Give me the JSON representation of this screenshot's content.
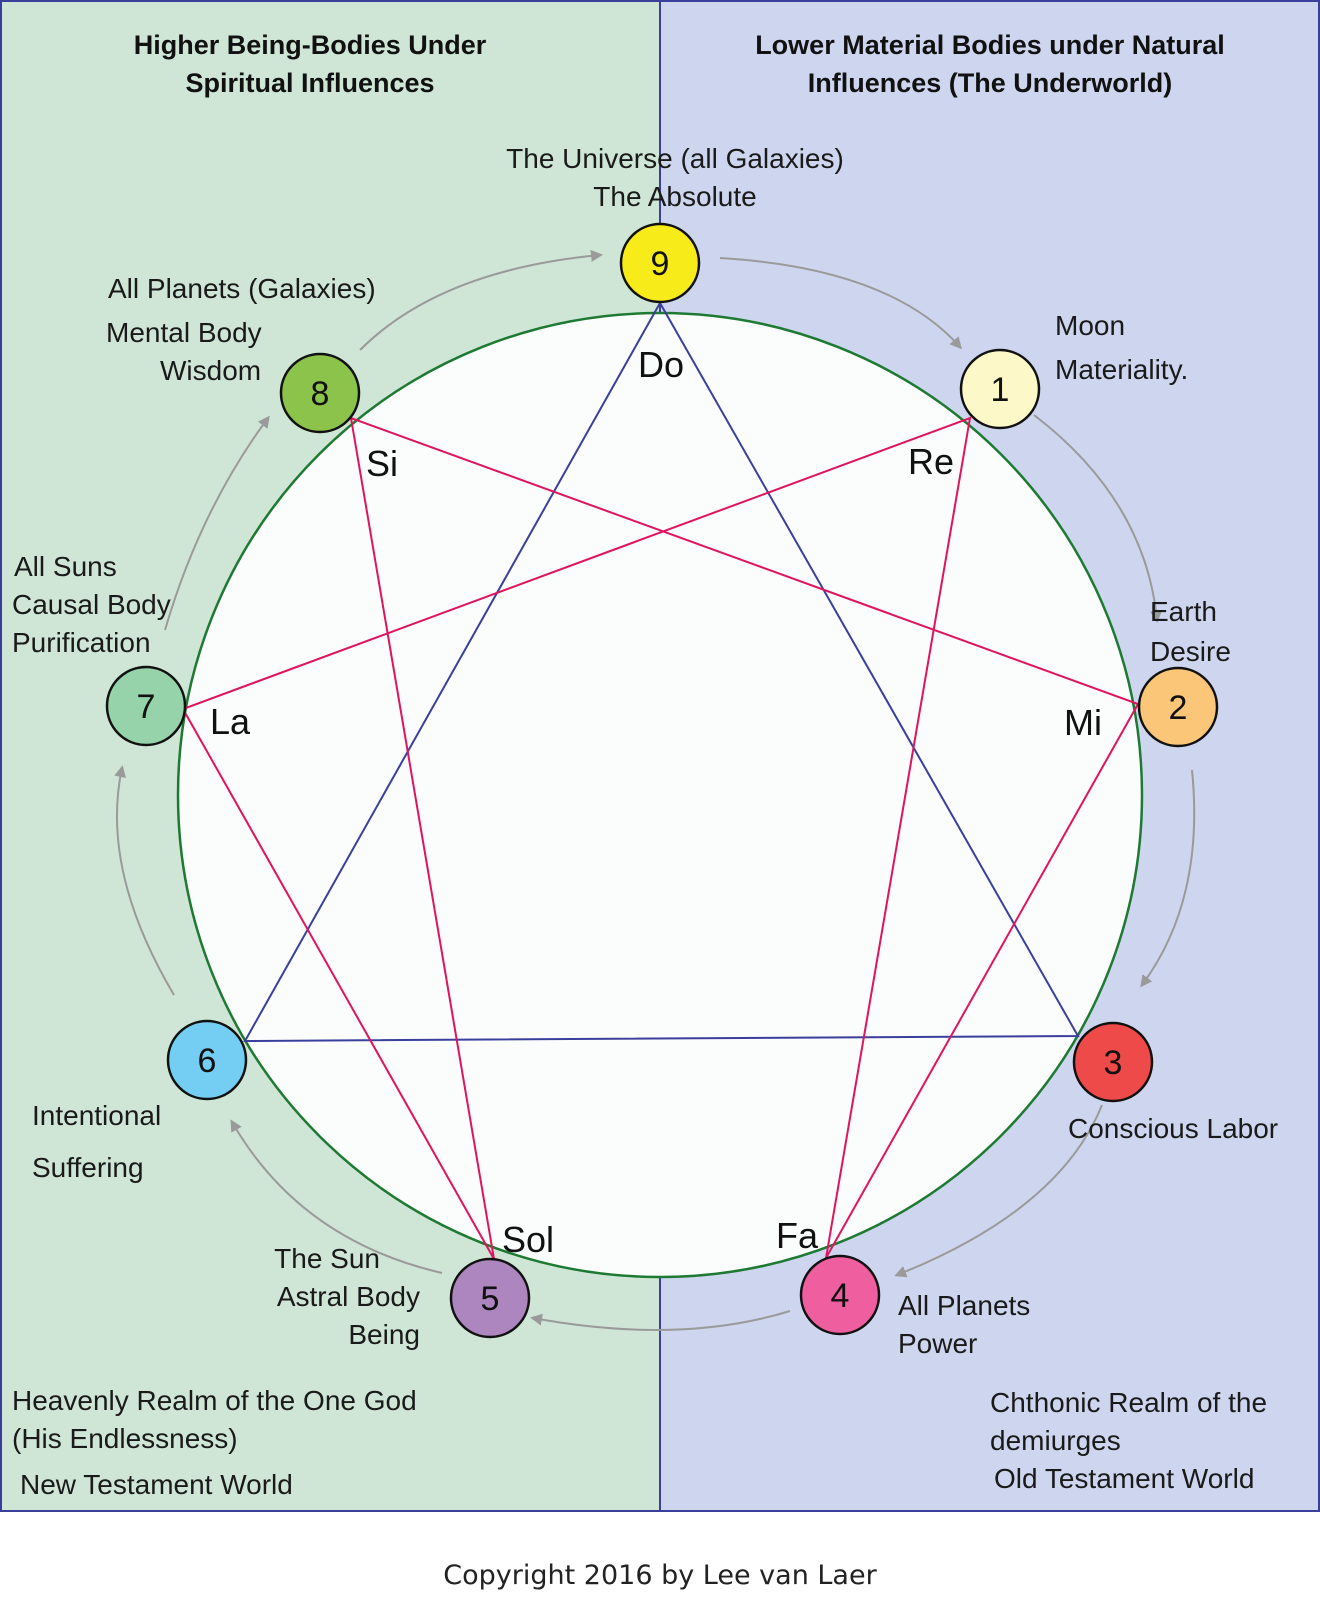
{
  "headers": {
    "left_line1": "Higher Being-Bodies Under",
    "left_line2": "Spiritual Influences",
    "right_line1": "Lower Material Bodies under Natural",
    "right_line2": "Influences (The Underworld)"
  },
  "nodes": [
    {
      "num": "9",
      "solfege": "Do",
      "color": "#f7ec1a",
      "lines": [
        "The Universe (all Galaxies)",
        "The Absolute"
      ]
    },
    {
      "num": "1",
      "solfege": "Re",
      "color": "#fdf8c8",
      "lines": [
        "Moon",
        "Materiality."
      ]
    },
    {
      "num": "2",
      "solfege": "Mi",
      "color": "#fbc677",
      "lines": [
        "Earth",
        "Desire"
      ]
    },
    {
      "num": "3",
      "solfege": "",
      "color": "#ef4a4a",
      "lines": [
        "Conscious Labor"
      ]
    },
    {
      "num": "4",
      "solfege": "Fa",
      "color": "#ef5fa0",
      "lines": [
        "All Planets",
        "Power"
      ]
    },
    {
      "num": "5",
      "solfege": "Sol",
      "color": "#ad85bf",
      "lines": [
        "The Sun",
        "Astral Body",
        "Being"
      ]
    },
    {
      "num": "6",
      "solfege": "",
      "color": "#74cdf3",
      "lines": [
        "Intentional",
        "Suffering"
      ]
    },
    {
      "num": "7",
      "solfege": "La",
      "color": "#97d3aa",
      "lines": [
        "All Suns",
        "Causal Body",
        "Purification"
      ]
    },
    {
      "num": "8",
      "solfege": "Si",
      "color": "#8cc34a",
      "lines": [
        "All Planets (Galaxies)",
        "Mental Body",
        "Wisdom"
      ]
    }
  ],
  "footer_left": {
    "line1": "Heavenly Realm of the One God",
    "line2": "(His Endlessness)",
    "line3": "New Testament World"
  },
  "footer_right": {
    "line1": "Chthonic Realm of the",
    "line2": "demiurges",
    "line3": "Old Testament World"
  },
  "copyright": "Copyright 2016 by Lee van Laer",
  "colors": {
    "left_panel": "#cfe6d6",
    "right_panel": "#cdd6ee",
    "circle_stroke": "#1e7a33",
    "triangle": "#3b3f9c",
    "hexad": "#e0135e",
    "arrows": "#9a9a9a"
  }
}
